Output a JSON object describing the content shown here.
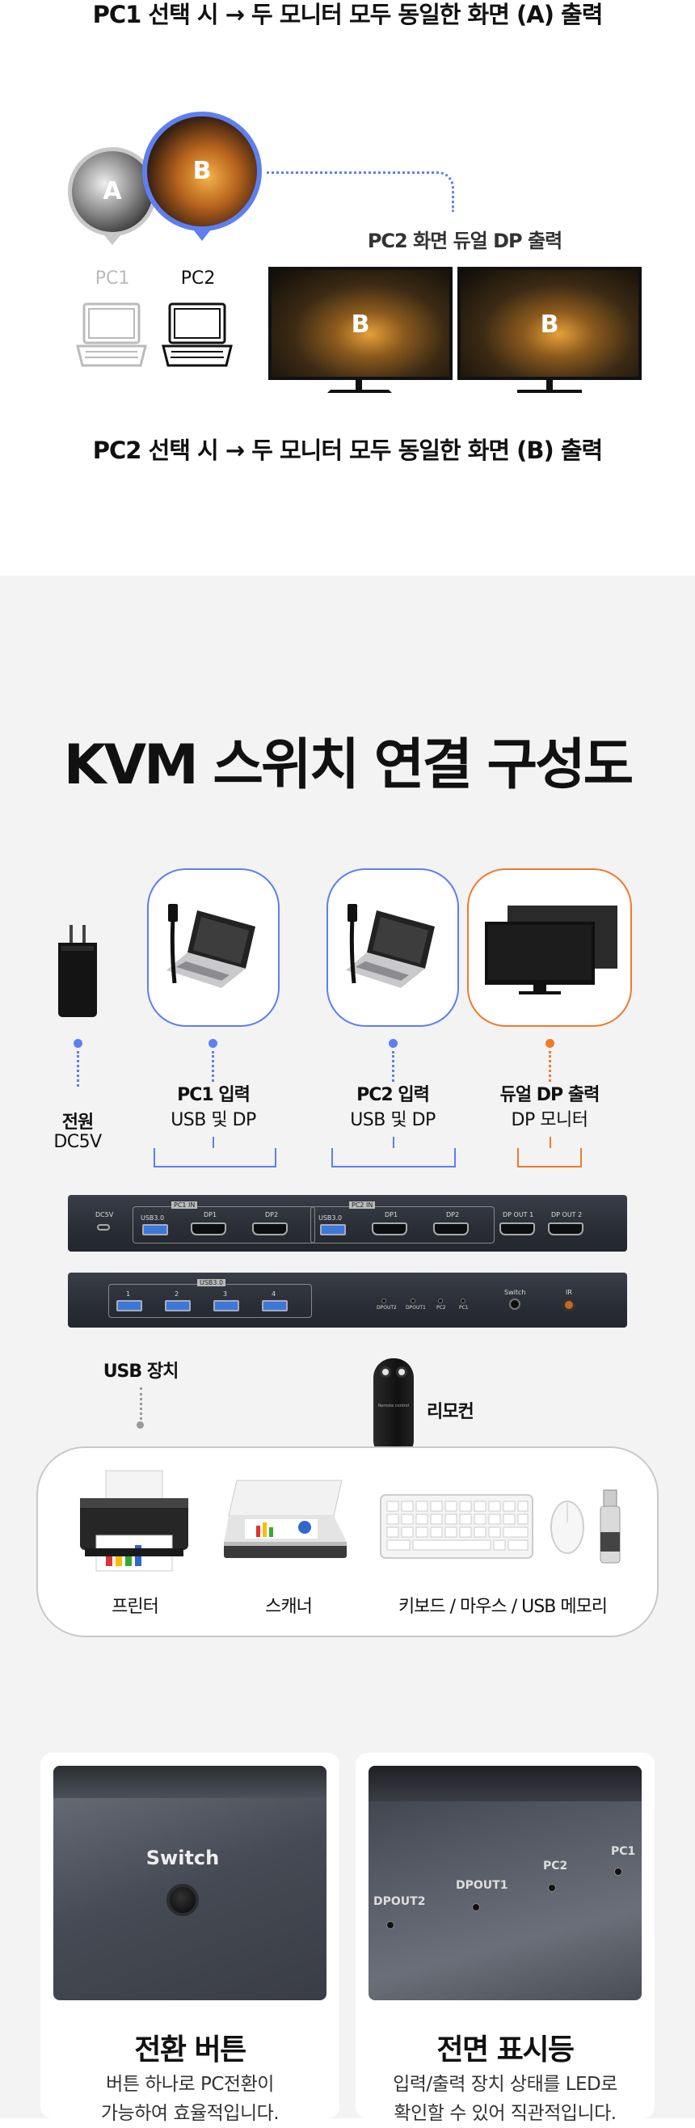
{
  "top": {
    "caption_pc1": "PC1 선택 시 → 두 모니터 모두 동일한 화면 (A) 출력",
    "bubble_a": "A",
    "bubble_b": "B",
    "dual_dp_label": "PC2 화면 듀얼 DP 출력",
    "pc1_label": "PC1",
    "pc2_label": "PC2",
    "monitor_letter": "B",
    "caption_pc2": "PC2 선택 시 → 두 모니터 모두 동일한 화면 (B) 출력"
  },
  "diagram": {
    "title": "KVM 스위치 연결 구성도",
    "power": {
      "title": "전원",
      "sub": "DC5V"
    },
    "pc1": {
      "title": "PC1 입력",
      "sub": "USB 및 DP"
    },
    "pc2": {
      "title": "PC2 입력",
      "sub": "USB 및 DP"
    },
    "dp_out": {
      "title": "듀얼 DP 출력",
      "sub": "DP 모니터"
    },
    "colors": {
      "blue": "#5d7ff0",
      "orange": "#f07a2c",
      "grey": "#9a9a9a"
    },
    "kvm_back": {
      "dc": "DC5V",
      "pc1_tag": "PC1 IN",
      "pc2_tag": "PC2 IN",
      "usb": "USB3.0",
      "dp1": "DP1",
      "dp2": "DP2",
      "out1": "DP OUT 1",
      "out2": "DP OUT 2"
    },
    "kvm_front": {
      "usb_tag": "USB3.0",
      "ports": [
        "1",
        "2",
        "3",
        "4"
      ],
      "leds": [
        "DPOUT2",
        "DPOUT1",
        "PC2",
        "PC1"
      ],
      "switch": "Switch",
      "ir": "IR"
    },
    "usb_devices_label": "USB 장치",
    "remote_label": "리모컨",
    "remote_text": "Remote control",
    "devices": {
      "printer": "프린터",
      "scanner": "스캐너",
      "input": "키보드 / 마우스 / USB 메모리"
    }
  },
  "cards": [
    {
      "title": "전환 버튼",
      "text1": "버튼 하나로 PC전환이",
      "text2": "가능하여 효율적입니다.",
      "photo_text": "Switch"
    },
    {
      "title": "전면 표시등",
      "text1": "입력/출력 장치 상태를 LED로",
      "text2": "확인할 수 있어 직관적입니다.",
      "leds": [
        "DPOUT2",
        "DPOUT1",
        "PC2",
        "PC1"
      ]
    }
  ]
}
